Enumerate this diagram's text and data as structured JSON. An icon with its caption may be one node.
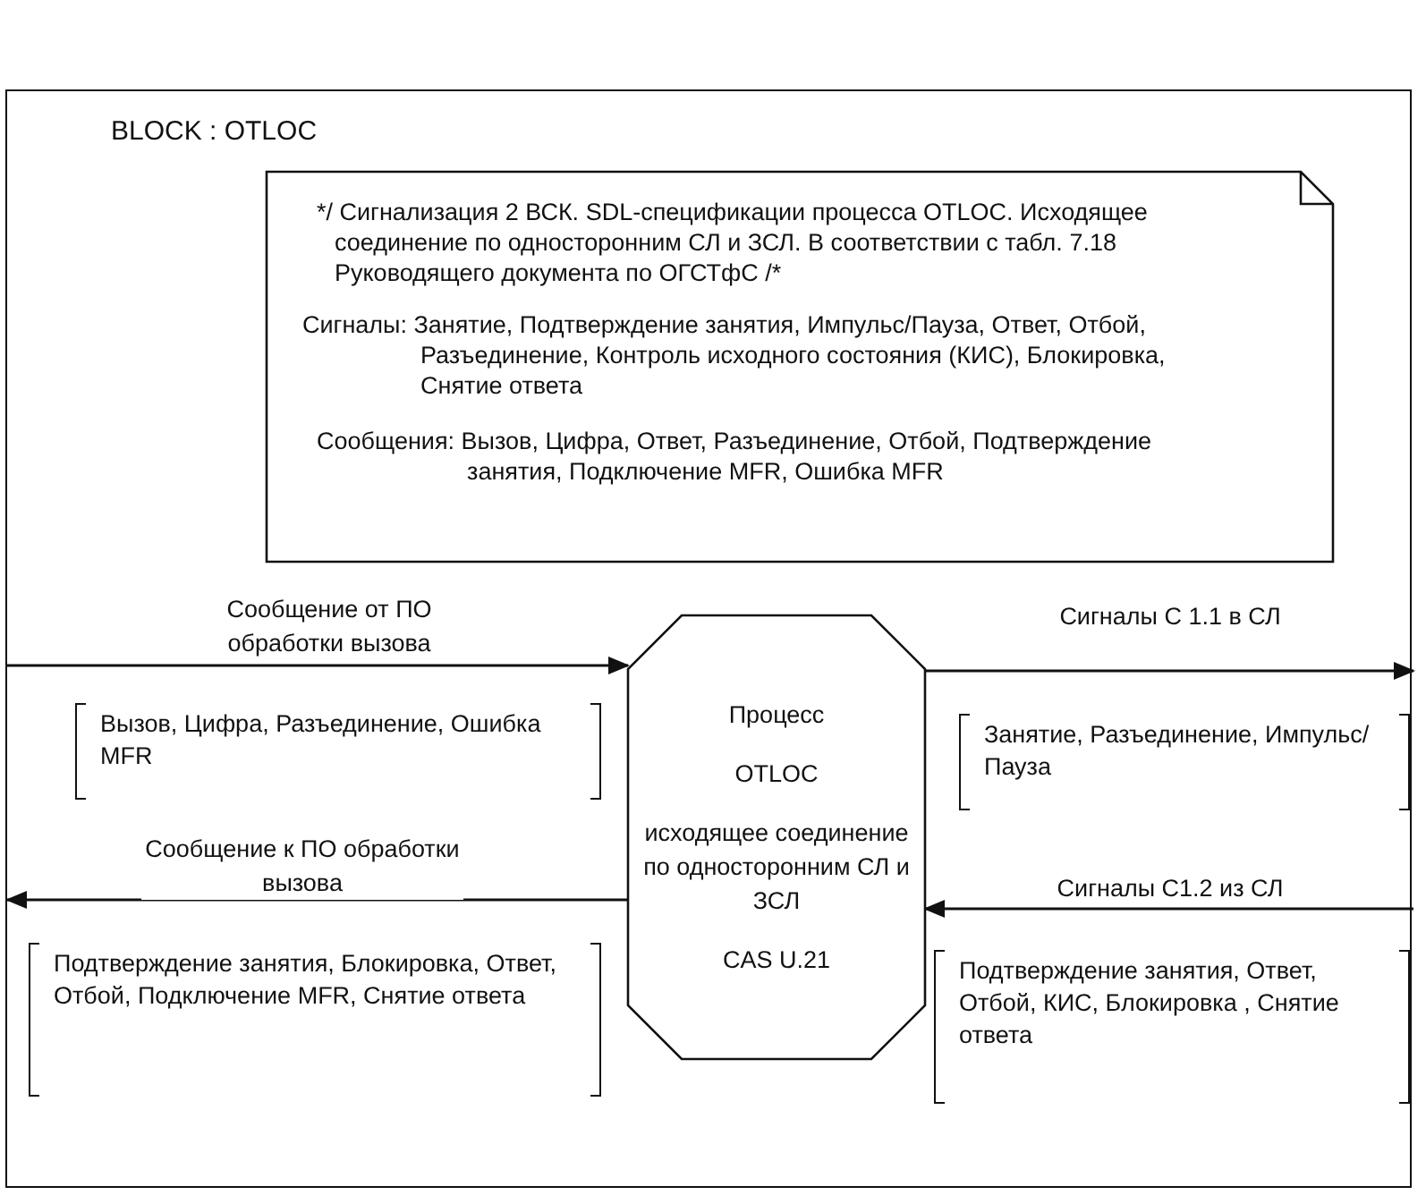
{
  "diagram": {
    "nodes": [
      {
        "text": [
          "BLOCK : OTLOC"
        ]
      },
      {
        "text": [
          "*/ Сигнализация 2 ВСК. SDL-спецификации процесса OTLOC. Исходящее соединение по односторонним СЛ и ЗСЛ. В соответствии с табл. 7.18 Руководящего документа по ОГСТфС /*",
          "Сигналы: Занятие, Подтверждение занятия, Импульс/Пауза, Ответ, Отбой, Разъединение, Контроль исходного состояния (КИС), Блокировка, Снятие ответа",
          "Сообщения: Вызов, Цифра, Ответ, Разъединение, Отбой, Подтверждение занятия, Подключение MFR, Ошибка MFR"
        ],
        "in": 0
      },
      {
        "text": [
          "Процесс",
          "OTLOC",
          "исходящее соединение по односторонним СЛ и ЗСЛ",
          "CAS U.21"
        ],
        "in": 0
      }
    ],
    "edges": [
      {
        "from": null,
        "to": 2,
        "arrow": "to",
        "label": "Сообщение от ПО обработки вызова"
      },
      {
        "from": 2,
        "to": null,
        "arrow": "to",
        "label": "Сигналы С 1.1 в СЛ"
      },
      {
        "from": null,
        "to": 2,
        "arrow": "to",
        "label": "Сигналы С1.2 из СЛ"
      },
      {
        "from": 2,
        "to": null,
        "arrow": "to",
        "label": "Сообщение к ПО обработки вызова"
      }
    ],
    "labels": [
      "Вызов, Цифра, Разъединение, Ошибка MFR",
      "Занятие, Разъединение, Импульс/Пауза",
      "Подтверждение занятия, Блокировка, Ответ, Отбой, Подключение MFR, Снятие ответа",
      "Подтверждение занятия, Ответ, Отбой, КИС, Блокировка , Снятие ответа"
    ]
  }
}
